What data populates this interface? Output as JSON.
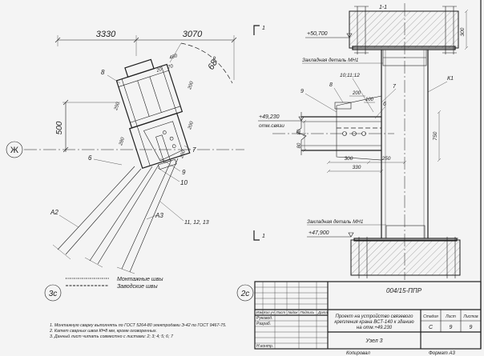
{
  "left_view": {
    "axis_label": "Ж",
    "dimension_top_left": "3330",
    "dimension_top_right": "3070",
    "dimension_vertical": "500",
    "angle": "68°",
    "plate_dims": [
      "480",
      "20",
      "70",
      "200",
      "250",
      "280",
      "200",
      "250"
    ],
    "pos_8": "8",
    "pos_6": "6",
    "pos_7": "7",
    "pos_9": "9",
    "pos_10": "10",
    "member_a2": "А2",
    "member_a3": "А3",
    "pos_11_13": "11, 12, 13"
  },
  "node_markers": {
    "node_3c": "3с",
    "node_2c": "2с"
  },
  "legend": {
    "field_welds": "Монтажные швы",
    "factory_welds": "Заводские швы"
  },
  "section_view": {
    "title": "1-1",
    "mark_top": "1",
    "mark_bottom": "1",
    "level_top": "+50,700",
    "level_brace": "+49,230",
    "level_brace_note": "отм.связи",
    "level_bottom": "+47,900",
    "embedded_top": "Закладная деталь МН1",
    "embedded_bottom": "Закладная деталь МН1",
    "column_label": "К1",
    "pos_10_12": "10;11;12",
    "pos_8": "8",
    "pos_9": "9",
    "pos_7": "7",
    "pos_6": "6",
    "dims": {
      "plate_200": "200",
      "plate_100": "100",
      "brace_80_top": "80",
      "brace_80_bottom": "80",
      "height_750": "750",
      "block_300": "300",
      "width_300": "300",
      "width_250": "250",
      "width_330": "330"
    }
  },
  "notes": [
    "1. Монтажную сварку выполнять по ГОСТ 5264-80 электродами Э-42 по ГОСТ 9467-75.",
    "2. Катет сварных швов Кf=8 мм, кроме оговоренных.",
    "3. Данный лист читать совместно с листами: 2; 3; 4; 5; 6; 7"
  ],
  "title_block": {
    "code": "004/15-ППР",
    "headers": [
      "Изм.",
      "Кол.уч",
      "Лист",
      "№док",
      "Подпись",
      "Дата"
    ],
    "role_head": "Руковод.",
    "role_dev": "Разраб.",
    "role_norm": "Н.контр.",
    "project_title": [
      "Проект на устройство связевого",
      "крепления крана ВСТ-140 к зданию",
      "на отм.+49.230"
    ],
    "stage_header": "Стадия",
    "sheet_header": "Лист",
    "sheets_header": "Листов",
    "stage": "С",
    "sheet": "9",
    "sheets": "9",
    "node": "Узел 3",
    "copied": "Копировал",
    "format": "Формат А3"
  },
  "colors": {
    "paper": "#f4f4f4",
    "ink": "#1e1e1e"
  }
}
